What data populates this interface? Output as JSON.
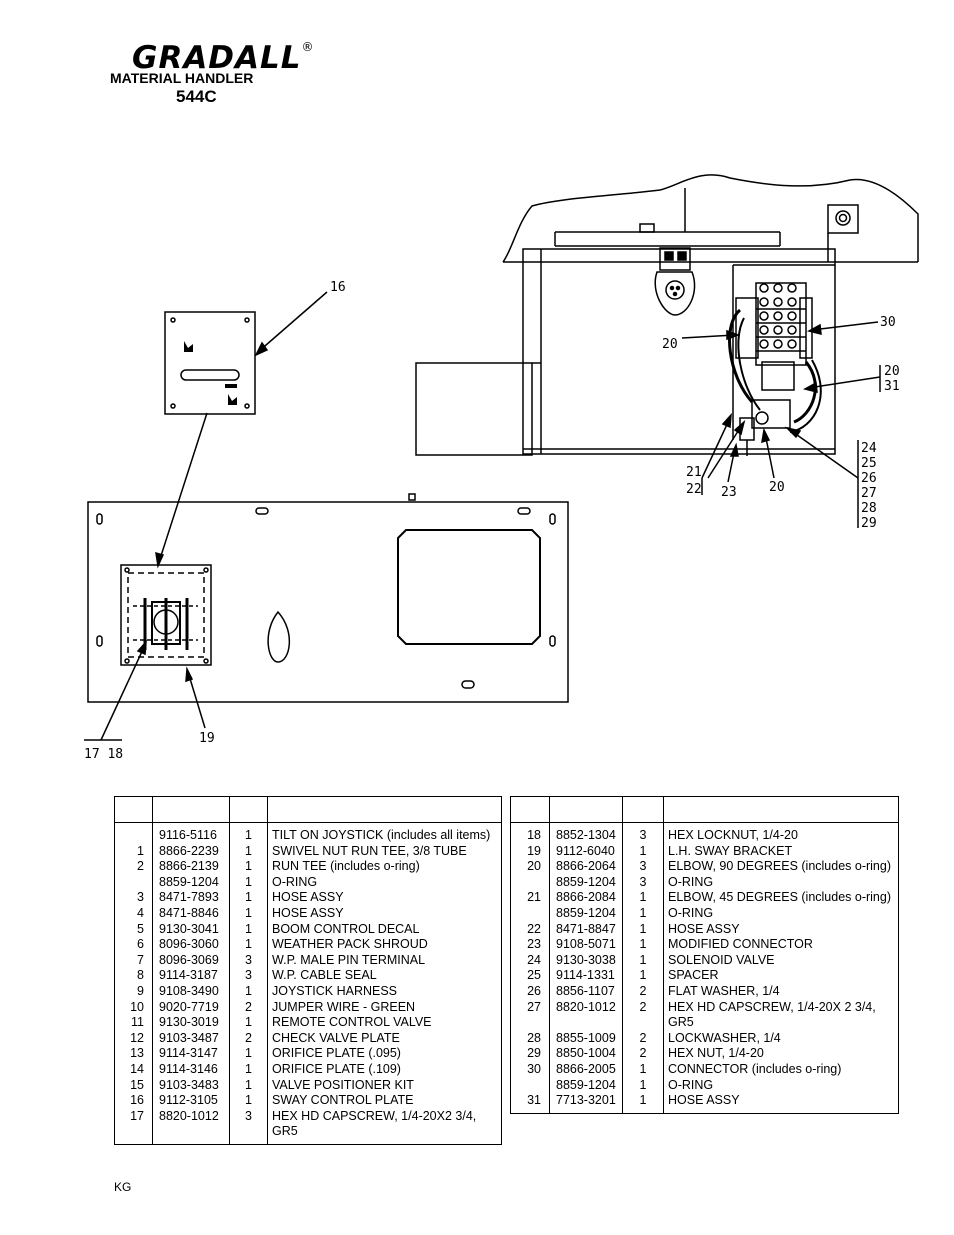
{
  "header": {
    "brand": "GRADALL",
    "registered_mark": "®",
    "product_line": "MATERIAL HANDLER",
    "model": "544C"
  },
  "callouts": {
    "c16": "16",
    "c30": "30",
    "c20a": "20",
    "c20b": "20",
    "c31": "31",
    "c24": "24",
    "c25": "25",
    "c26": "26",
    "c27": "27",
    "c28": "28",
    "c29": "29",
    "c21": "21",
    "c22": "22",
    "c23": "23",
    "c20c": "20",
    "c19": "19",
    "c1718": "17 18"
  },
  "parts_left": [
    {
      "item": "",
      "part": "9116-5116",
      "qty": "1",
      "desc": "TILT ON JOYSTICK (includes all items)"
    },
    {
      "item": "1",
      "part": "8866-2239",
      "qty": "1",
      "desc": "SWIVEL NUT RUN TEE, 3/8 TUBE"
    },
    {
      "item": "2",
      "part": "8866-2139",
      "qty": "1",
      "desc": "RUN TEE (includes o-ring)"
    },
    {
      "item": "",
      "part": "8859-1204",
      "qty": "1",
      "desc": "O-RING"
    },
    {
      "item": "3",
      "part": "8471-7893",
      "qty": "1",
      "desc": "HOSE ASSY"
    },
    {
      "item": "4",
      "part": "8471-8846",
      "qty": "1",
      "desc": "HOSE ASSY"
    },
    {
      "item": "5",
      "part": "9130-3041",
      "qty": "1",
      "desc": "BOOM CONTROL DECAL"
    },
    {
      "item": "6",
      "part": "8096-3060",
      "qty": "1",
      "desc": "WEATHER PACK SHROUD"
    },
    {
      "item": "7",
      "part": "8096-3069",
      "qty": "3",
      "desc": "W.P. MALE PIN TERMINAL"
    },
    {
      "item": "8",
      "part": "9114-3187",
      "qty": "3",
      "desc": "W.P. CABLE SEAL"
    },
    {
      "item": "9",
      "part": "9108-3490",
      "qty": "1",
      "desc": "JOYSTICK HARNESS"
    },
    {
      "item": "10",
      "part": "9020-7719",
      "qty": "2",
      "desc": "JUMPER WIRE - GREEN"
    },
    {
      "item": "11",
      "part": "9130-3019",
      "qty": "1",
      "desc": "REMOTE CONTROL VALVE"
    },
    {
      "item": "12",
      "part": "9103-3487",
      "qty": "2",
      "desc": "CHECK VALVE PLATE"
    },
    {
      "item": "13",
      "part": "9114-3147",
      "qty": "1",
      "desc": "ORIFICE PLATE (.095)"
    },
    {
      "item": "14",
      "part": "9114-3146",
      "qty": "1",
      "desc": "ORIFICE PLATE (.109)"
    },
    {
      "item": "15",
      "part": "9103-3483",
      "qty": "1",
      "desc": "VALVE POSITIONER KIT"
    },
    {
      "item": "16",
      "part": "9112-3105",
      "qty": "1",
      "desc": "SWAY CONTROL PLATE"
    },
    {
      "item": "17",
      "part": "8820-1012",
      "qty": "3",
      "desc": "HEX HD CAPSCREW, 1/4-20X2 3/4, GR5"
    }
  ],
  "parts_right": [
    {
      "item": "18",
      "part": "8852-1304",
      "qty": "3",
      "desc": "HEX LOCKNUT, 1/4-20"
    },
    {
      "item": "19",
      "part": "9112-6040",
      "qty": "1",
      "desc": "L.H. SWAY BRACKET"
    },
    {
      "item": "20",
      "part": "8866-2064",
      "qty": "3",
      "desc": "ELBOW, 90 DEGREES (includes o-ring)"
    },
    {
      "item": "",
      "part": "8859-1204",
      "qty": "3",
      "desc": "O-RING"
    },
    {
      "item": "21",
      "part": "8866-2084",
      "qty": "1",
      "desc": "ELBOW, 45 DEGREES (includes o-ring)"
    },
    {
      "item": "",
      "part": "8859-1204",
      "qty": "1",
      "desc": "O-RING"
    },
    {
      "item": "22",
      "part": "8471-8847",
      "qty": "1",
      "desc": "HOSE ASSY"
    },
    {
      "item": "23",
      "part": "9108-5071",
      "qty": "1",
      "desc": "MODIFIED CONNECTOR"
    },
    {
      "item": "24",
      "part": "9130-3038",
      "qty": "1",
      "desc": "SOLENOID VALVE"
    },
    {
      "item": "25",
      "part": "9114-1331",
      "qty": "1",
      "desc": "SPACER"
    },
    {
      "item": "26",
      "part": "8856-1107",
      "qty": "2",
      "desc": "FLAT WASHER, 1/4"
    },
    {
      "item": "27",
      "part": "8820-1012",
      "qty": "2",
      "desc": "HEX HD CAPSCREW, 1/4-20X 2 3/4, GR5"
    },
    {
      "item": "28",
      "part": "8855-1009",
      "qty": "2",
      "desc": "LOCKWASHER, 1/4"
    },
    {
      "item": "29",
      "part": "8850-1004",
      "qty": "2",
      "desc": "HEX NUT, 1/4-20"
    },
    {
      "item": "30",
      "part": "8866-2005",
      "qty": "1",
      "desc": "CONNECTOR (includes o-ring)"
    },
    {
      "item": "",
      "part": "8859-1204",
      "qty": "1",
      "desc": "O-RING"
    },
    {
      "item": "31",
      "part": "7713-3201",
      "qty": "1",
      "desc": "HOSE ASSY"
    }
  ],
  "footer": {
    "code": "KG"
  }
}
